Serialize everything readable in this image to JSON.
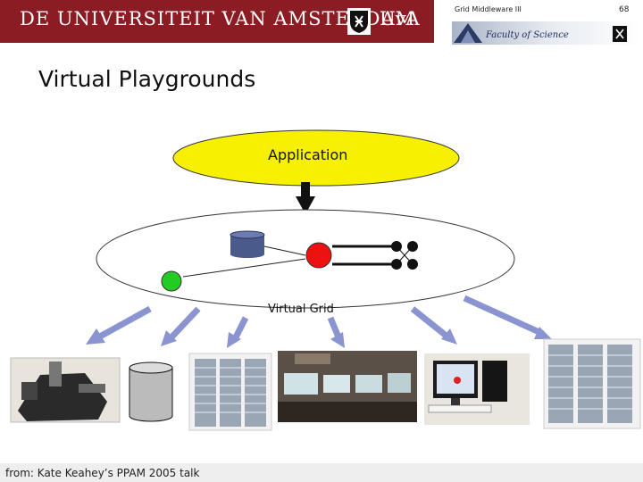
{
  "header": {
    "university": "DE UNIVERSITEIT VAN AMSTERDAM",
    "abbr": "UvA",
    "faculty": "Faculty of Science",
    "course": "Grid Middleware III",
    "slide_number": "68"
  },
  "slide": {
    "title": "Virtual Playgrounds"
  },
  "diagram": {
    "application_label": "Application",
    "virtual_grid_label": "Virtual Grid"
  },
  "footer": {
    "credit": "from: Kate Keahey’s PPAM 2005 talk"
  },
  "colors": {
    "banner": "#8b1c24",
    "application_fill": "#f7f000",
    "red_node": "#ee1111",
    "green_node": "#22cc22",
    "storage": "#4a5a8a",
    "arrow": "#8a94d0"
  },
  "icons": [
    "uva-crest-icon",
    "faculty-logo-icon"
  ],
  "photos": [
    "lab-instrument-photo",
    "storage-cylinder-photo",
    "server-rack-photo",
    "control-room-photo",
    "workstation-photo",
    "server-rack-photo"
  ]
}
